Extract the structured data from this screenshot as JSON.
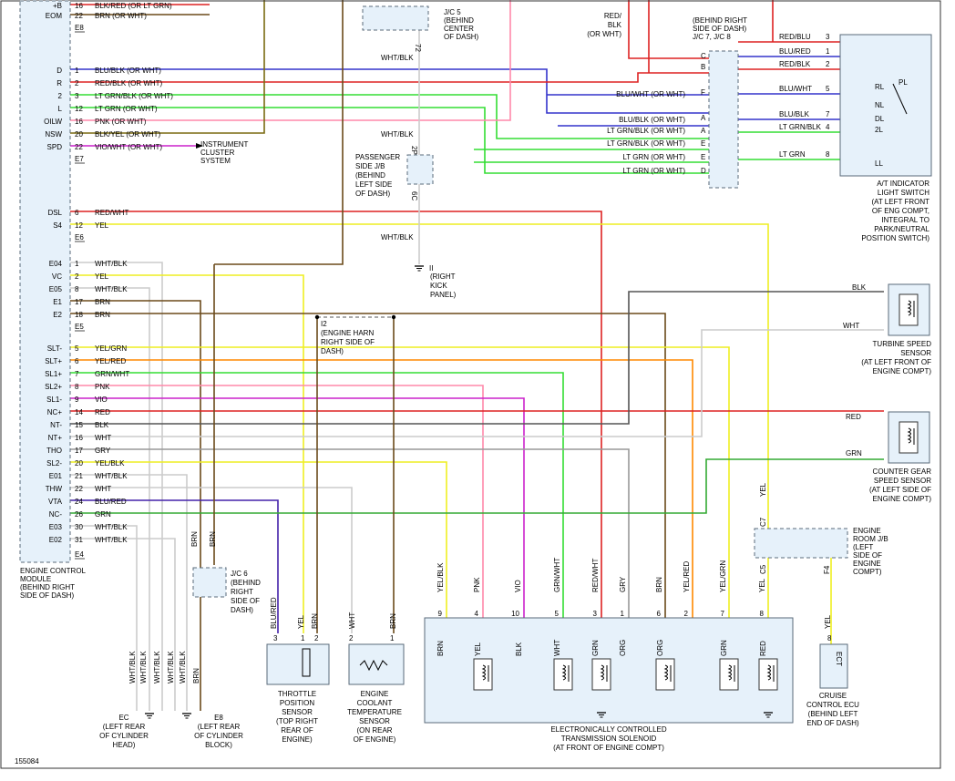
{
  "diagram_id": "155084",
  "wire_colors": {
    "BLU": "#3333cc",
    "RED": "#dd2222",
    "LTGRN": "#33dd33",
    "PNK": "#ff88aa",
    "BRN": "#6b4a1a",
    "VIO": "#cc22cc",
    "YEL": "#eeee22",
    "GRN": "#33aa33",
    "WHT": "#cccccc",
    "BLK": "#555555",
    "ORG": "#ff8800",
    "GRY": "#999999",
    "OLV": "#7a6a20"
  },
  "ecm": {
    "title": "ENGINE CONTROL\nMODULE\n(BEHIND RIGHT\nSIDE OF DASH)",
    "pins": [
      {
        "pin": "+B",
        "num": "16",
        "wire": "BLK/RED (OR LT GRN)"
      },
      {
        "pin": "EOM",
        "num": "22",
        "wire": "BRN (OR WHT)"
      },
      {
        "pin": "",
        "num": "E8",
        "wire": ""
      },
      {
        "pin": "D",
        "num": "1",
        "wire": "BLU/BLK (OR WHT)"
      },
      {
        "pin": "R",
        "num": "2",
        "wire": "RED/BLK (OR WHT)"
      },
      {
        "pin": "2",
        "num": "3",
        "wire": "LT GRN/BLK (OR WHT)"
      },
      {
        "pin": "L",
        "num": "12",
        "wire": "LT GRN (OR WHT)"
      },
      {
        "pin": "OILW",
        "num": "16",
        "wire": "PNK (OR WHT)"
      },
      {
        "pin": "NSW",
        "num": "20",
        "wire": "BLK/YEL (OR WHT)"
      },
      {
        "pin": "SPD",
        "num": "22",
        "wire": "VIO/WHT (OR WHT)"
      },
      {
        "pin": "",
        "num": "E7",
        "wire": ""
      },
      {
        "pin": "DSL",
        "num": "6",
        "wire": "RED/WHT"
      },
      {
        "pin": "S4",
        "num": "12",
        "wire": "YEL"
      },
      {
        "pin": "",
        "num": "E6",
        "wire": ""
      },
      {
        "pin": "E04",
        "num": "1",
        "wire": "WHT/BLK"
      },
      {
        "pin": "VC",
        "num": "2",
        "wire": "YEL"
      },
      {
        "pin": "E05",
        "num": "8",
        "wire": "WHT/BLK"
      },
      {
        "pin": "E1",
        "num": "17",
        "wire": "BRN"
      },
      {
        "pin": "E2",
        "num": "18",
        "wire": "BRN"
      },
      {
        "pin": "",
        "num": "E5",
        "wire": ""
      },
      {
        "pin": "SLT-",
        "num": "5",
        "wire": "YEL/GRN"
      },
      {
        "pin": "SLT+",
        "num": "6",
        "wire": "YEL/RED"
      },
      {
        "pin": "SL1+",
        "num": "7",
        "wire": "GRN/WHT"
      },
      {
        "pin": "SL2+",
        "num": "8",
        "wire": "PNK"
      },
      {
        "pin": "SL1-",
        "num": "9",
        "wire": "VIO"
      },
      {
        "pin": "NC+",
        "num": "14",
        "wire": "RED"
      },
      {
        "pin": "NT-",
        "num": "15",
        "wire": "BLK"
      },
      {
        "pin": "NT+",
        "num": "16",
        "wire": "WHT"
      },
      {
        "pin": "THO",
        "num": "17",
        "wire": "GRY"
      },
      {
        "pin": "SL2-",
        "num": "20",
        "wire": "YEL/BLK"
      },
      {
        "pin": "E01",
        "num": "21",
        "wire": "WHT/BLK"
      },
      {
        "pin": "THW",
        "num": "22",
        "wire": "WHT"
      },
      {
        "pin": "VTA",
        "num": "24",
        "wire": "BLU/RED"
      },
      {
        "pin": "NC-",
        "num": "26",
        "wire": "GRN"
      },
      {
        "pin": "E03",
        "num": "30",
        "wire": "WHT/BLK"
      },
      {
        "pin": "E02",
        "num": "31",
        "wire": "WHT/BLK"
      },
      {
        "pin": "",
        "num": "E4",
        "wire": ""
      }
    ]
  },
  "labels": {
    "instrument": "INSTRUMENT\nCLUSTER\nSYSTEM",
    "jc5": "J/C 5\n(BEHIND\nCENTER\nOF DASH)",
    "jc5_wire": "WHT/BLK",
    "jc5_pin": "72",
    "red_blk": "RED/\nBLK\n(OR WHT)",
    "jc78": "(BEHIND RIGHT\nSIDE OF DASH)\nJ/C 7, J/C 8",
    "passenger": "PASSENGER\nSIDE J/B\n(BEHIND\nLEFT SIDE\nOF DASH)",
    "pass_wire_top": "WHT/BLK",
    "pass_wire_bot": "WHT/BLK",
    "pass_pin_top": "2P",
    "pass_pin_bot": "6C",
    "ground_ii": "II",
    "right_kick": "(RIGHT\nKICK\nPANEL)",
    "i2": "I2\n(ENGINE HARN\nRIGHT SIDE OF\nDASH)",
    "indicator": "A/T INDICATOR\nLIGHT SWITCH\n(AT LEFT FRONT\nOF ENG COMPT,\nINTEGRAL TO\nPARK/NEUTRAL\nPOSITION SWITCH)",
    "turbine": "TURBINE SPEED\nSENSOR\n(AT LEFT FRONT OF\nENGINE COMPT)",
    "counter": "COUNTER GEAR\nSPEED SENSOR\n(AT LEFT SIDE OF\nENGINE COMPT)",
    "engine_jb": "ENGINE\nROOM J/B\n(LEFT\nSIDE OF\nENGINE\nCOMPT)",
    "jc6": "J/C 6\n(BEHIND\nRIGHT\nSIDE OF\nDASH)",
    "throttle": "THROTTLE\nPOSITION\nSENSOR\n(TOP RIGHT\nREAR OF\nENGINE)",
    "coolant": "ENGINE\nCOOLANT\nTEMPERATURE\nSENSOR\n(ON REAR\nOF ENGINE)",
    "solenoid": "ELECTRONICALLY CONTROLLED\nTRANSMISSION SOLENOID\n(AT FRONT OF ENGINE COMPT)",
    "cruise": "CRUISE\nCONTROL ECU\n(BEHIND LEFT\nEND OF DASH)",
    "ec": "EC\n(LEFT REAR\nOF CYLINDER\nHEAD)",
    "e8": "E8\n(LEFT REAR\nOF CYLINDER\nBLOCK)",
    "ect": "ECT"
  },
  "switch_rows": [
    {
      "wire": "RED/BLU",
      "pin": "3",
      "contact": ""
    },
    {
      "wire": "BLU/RED",
      "pin": "1",
      "contact": ""
    },
    {
      "wire": "RED/BLK",
      "pin": "2",
      "contact": "RL"
    },
    {
      "wire": "BLU/WHT",
      "pin": "5",
      "contact": "NL"
    },
    {
      "wire": "BLU/BLK",
      "pin": "7",
      "contact": "DL"
    },
    {
      "wire": "LT GRN/BLK",
      "pin": "4",
      "contact": "2L"
    },
    {
      "wire": "LT GRN",
      "pin": "8",
      "contact": "LL"
    }
  ],
  "jc_wires_left": [
    "BLU/WHT (OR WHT)",
    "BLU/BLK (OR WHT)",
    "LT GRN/BLK (OR WHT)",
    "LT GRN/BLK (OR WHT)",
    "LT GRN (OR WHT)",
    "LT GRN (OR WHT)"
  ],
  "sensor_wires": {
    "turbine": [
      "BLK",
      "WHT"
    ],
    "counter": [
      "RED",
      "GRN"
    ]
  },
  "solenoid_pins": [
    {
      "pin": "9",
      "wire": "YEL/BLK"
    },
    {
      "pin": "4",
      "wire": "PNK"
    },
    {
      "pin": "10",
      "wire": "VIO"
    },
    {
      "pin": "5",
      "wire": "GRN/WHT"
    },
    {
      "pin": "3",
      "wire": "RED/WHT"
    },
    {
      "pin": "1",
      "wire": "GRY"
    },
    {
      "pin": "6",
      "wire": "BRN"
    },
    {
      "pin": "2",
      "wire": "YEL/RED"
    },
    {
      "pin": "7",
      "wire": "YEL/GRN"
    },
    {
      "pin": "8",
      "wire": "YEL"
    }
  ],
  "solenoid_bottom": [
    "BRN",
    "YEL",
    "BLK",
    "WHT",
    "GRN",
    "ORG",
    "ORG",
    "GRN",
    "RED"
  ],
  "throttle_pins": [
    {
      "pin": "3",
      "wire": "BLU/RED"
    },
    {
      "pin": "1",
      "wire": "YEL"
    },
    {
      "pin": "2",
      "wire": "BRN"
    }
  ],
  "coolant_pins": [
    {
      "pin": "2",
      "wire": "WHT"
    },
    {
      "pin": "1",
      "wire": "BRN"
    }
  ],
  "ground_wires": [
    "WHT/BLK",
    "WHT/BLK",
    "WHT/BLK",
    "WHT/BLK",
    "WHT/BLK",
    "BRN"
  ],
  "engine_jb_pins": {
    "top": "C7",
    "c5": "C5",
    "f4": "F4",
    "yel": "YEL"
  },
  "cruise_pin": {
    "pin": "8",
    "wire": "YEL"
  }
}
